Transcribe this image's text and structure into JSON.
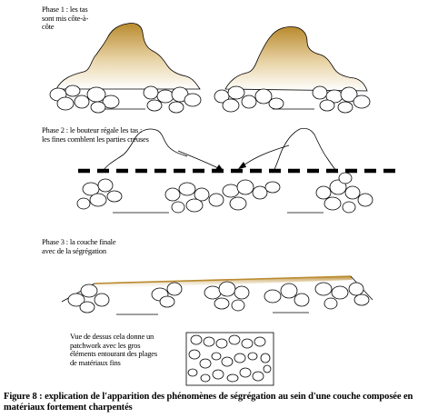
{
  "phases": {
    "phase1": "Phase 1 : les tas sont mis côte-à-côte",
    "phase2": "Phase 2 : le bouteur régale les tas : les fines comblent les parties creuses",
    "phase3": "Phase 3 : la couche finale avec de la ségrégation"
  },
  "top_view_note": "Vue de dessus cela donne un patchwork avec les gros éléments entourant des plages de matériaux fins",
  "caption": "Figure 8 : explication de l'apparition des phénomènes de ségrégation au sein d'une couche composée en matériaux fortement charpentés",
  "colors": {
    "fines": "#b98a2e",
    "outline": "#000000"
  }
}
